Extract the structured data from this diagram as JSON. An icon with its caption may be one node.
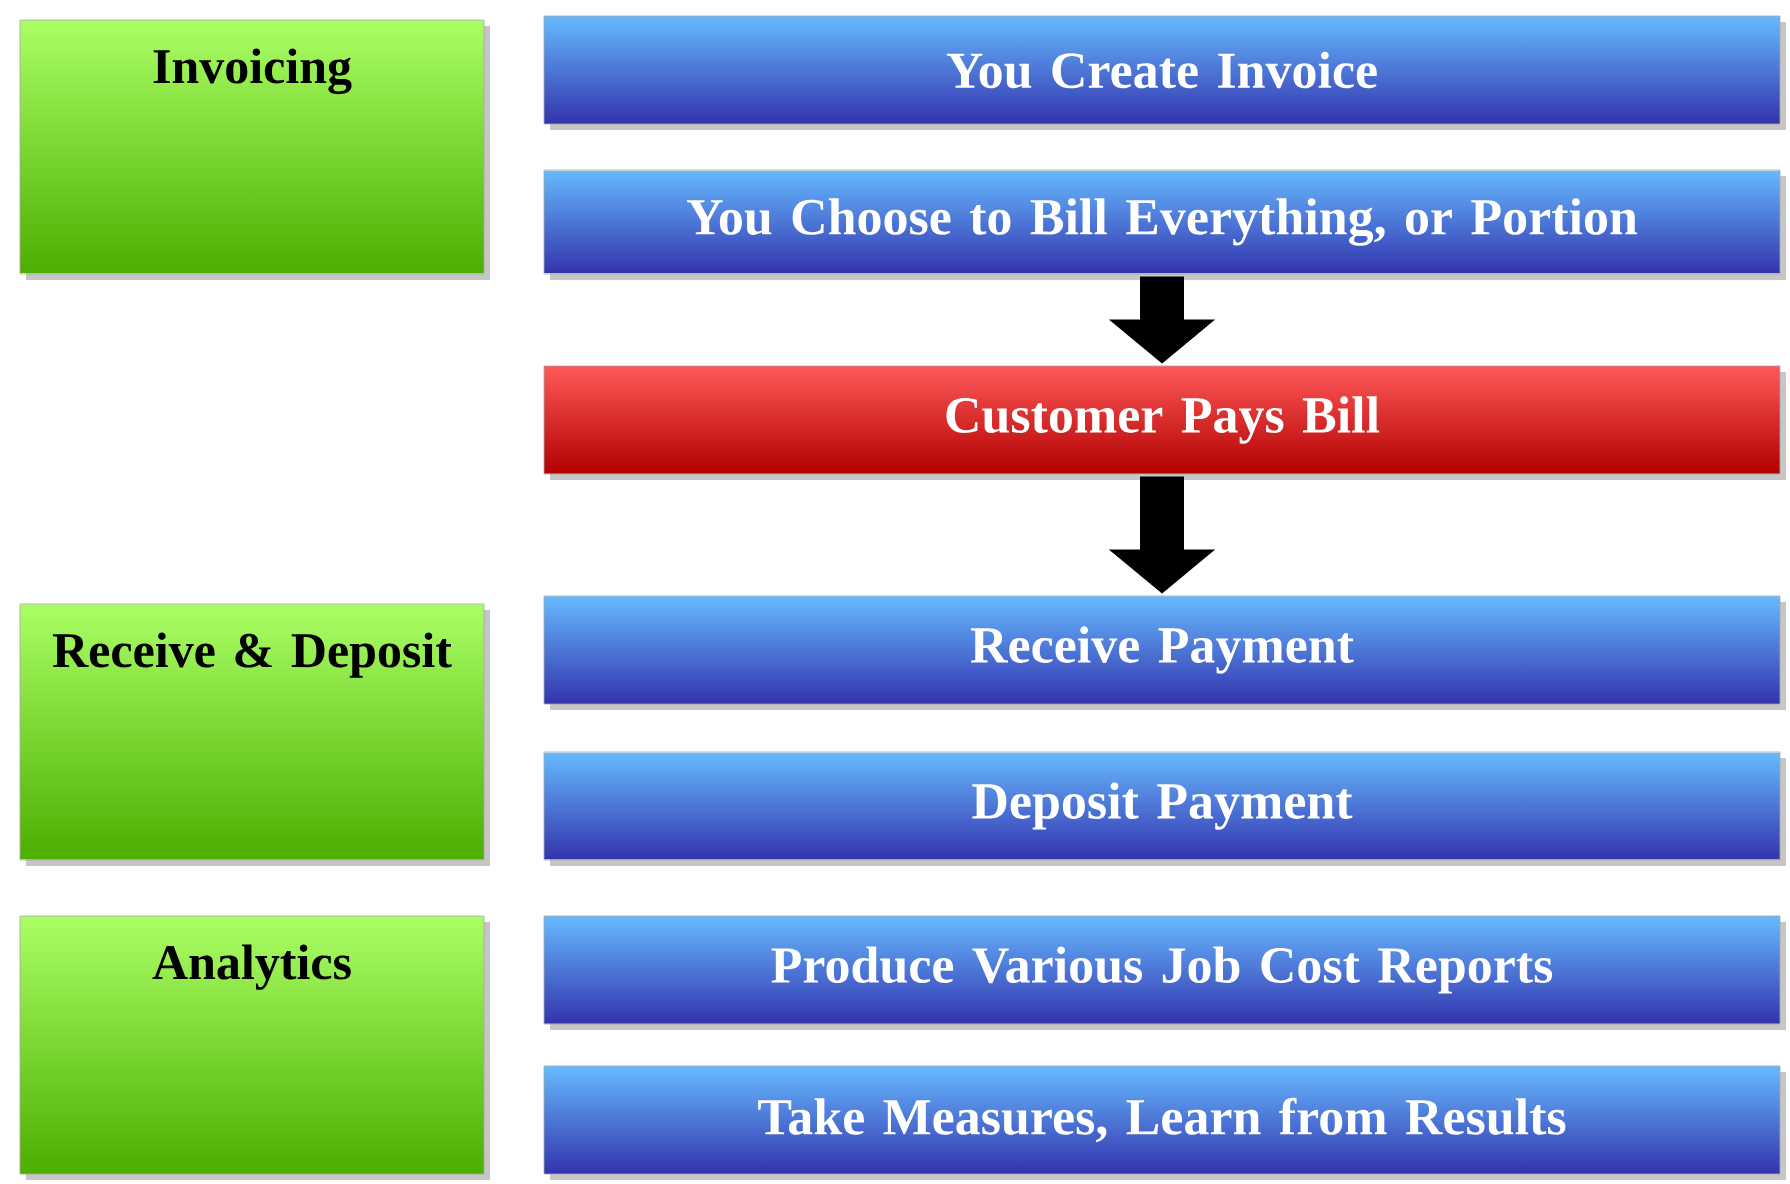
{
  "diagram": {
    "nodes": [
      {
        "text": [
          "Invoicing"
        ]
      },
      {
        "text": [
          "You Create Invoice"
        ]
      },
      {
        "text": [
          "You Choose to Bill Everything, or Portion"
        ]
      },
      {
        "text": [
          "Customer Pays Bill"
        ]
      },
      {
        "text": [
          "Receive & Deposit"
        ]
      },
      {
        "text": [
          "Receive Payment"
        ]
      },
      {
        "text": [
          "Deposit Payment"
        ]
      },
      {
        "text": [
          "Analytics"
        ]
      },
      {
        "text": [
          "Produce Various Job Cost Reports"
        ]
      },
      {
        "text": [
          "Take Measures, Learn from Results"
        ]
      }
    ],
    "edges": [
      {
        "from": 2,
        "to": 3,
        "arrow": "to"
      },
      {
        "from": 3,
        "to": 5,
        "arrow": "to"
      }
    ]
  }
}
